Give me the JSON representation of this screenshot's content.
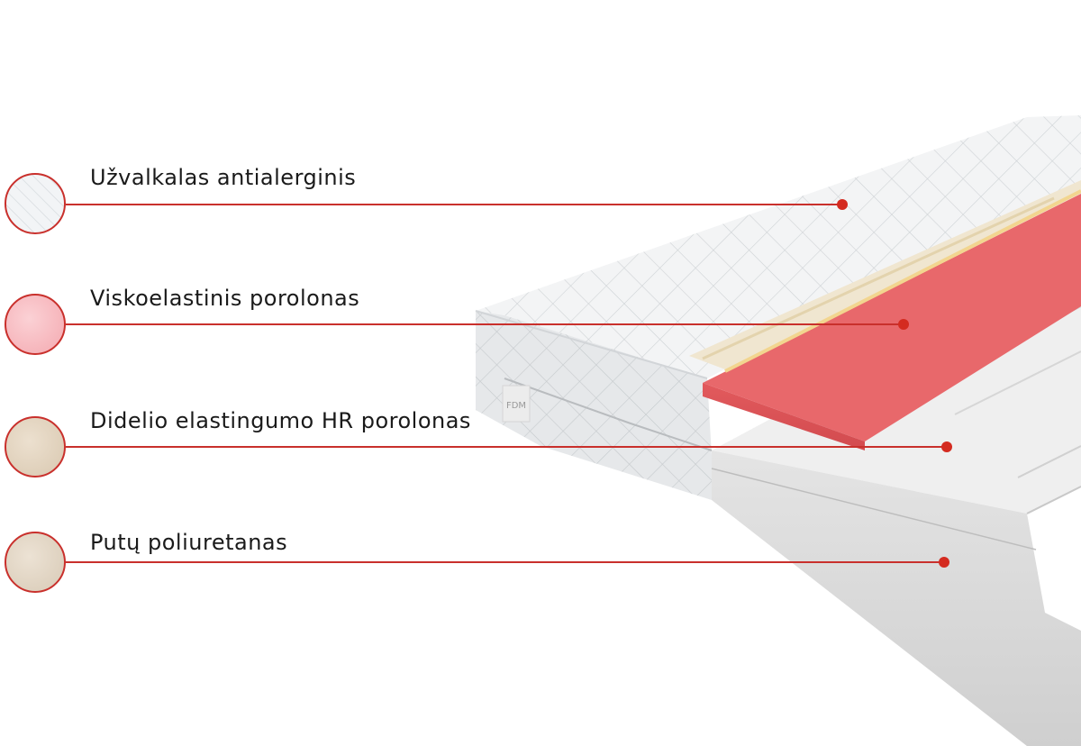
{
  "layers": [
    {
      "id": "cover",
      "label": "Užvalkalas antialerginis",
      "swatch": "quilted-cover-swatch",
      "color": "#eef1f3"
    },
    {
      "id": "visco",
      "label": "Viskoelastinis porolonas",
      "swatch": "pink-foam-swatch",
      "color": "#f7b9bf"
    },
    {
      "id": "hr",
      "label": "Didelio elastingumo HR porolonas",
      "swatch": "beige-foam-swatch",
      "color": "#e2d3bf"
    },
    {
      "id": "pu",
      "label": "Putų poliuretanas",
      "swatch": "beige-foam-swatch",
      "color": "#e1d6c6"
    }
  ],
  "colors": {
    "accent": "#c9302c",
    "visco_foam": "#e8686b",
    "base_foam": "#e9e9e9"
  },
  "brand": {
    "logo_text": "FDM"
  }
}
